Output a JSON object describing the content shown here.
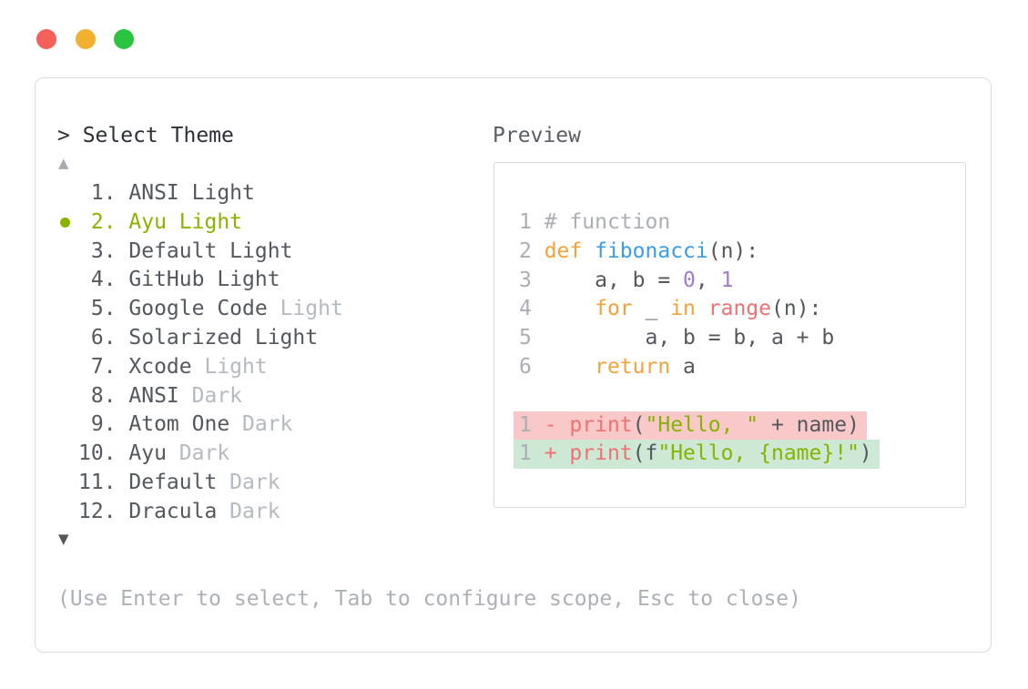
{
  "colors": {
    "accent_selected_green": "#8ab300",
    "traffic_red": "#f4605a",
    "traffic_yellow": "#f1b02e",
    "traffic_green": "#2bc440",
    "diff_removed_bg": "#f8c9c8",
    "diff_added_bg": "#cde9d5",
    "syntax": {
      "keyword": "#f5a23c",
      "function_name": "#399ee6",
      "builtin_call": "#f07171",
      "number": "#a37acc",
      "string": "#86b300",
      "comment": "#abafb5",
      "plain": "#54585e"
    }
  },
  "header": {
    "prompt": "> Select Theme",
    "preview_label": "Preview"
  },
  "theme_list": {
    "scroll_up_indicator": "▲",
    "scroll_down_indicator": "▼",
    "selected_number": 2,
    "items": [
      {
        "number": 1,
        "name": "ANSI",
        "variant": "Light",
        "selected": false,
        "variant_dim": false
      },
      {
        "number": 2,
        "name": "Ayu",
        "variant": "Light",
        "selected": true,
        "variant_dim": false
      },
      {
        "number": 3,
        "name": "Default",
        "variant": "Light",
        "selected": false,
        "variant_dim": false
      },
      {
        "number": 4,
        "name": "GitHub",
        "variant": "Light",
        "selected": false,
        "variant_dim": false
      },
      {
        "number": 5,
        "name": "Google Code",
        "variant": "Light",
        "selected": false,
        "variant_dim": true
      },
      {
        "number": 6,
        "name": "Solarized",
        "variant": "Light",
        "selected": false,
        "variant_dim": false
      },
      {
        "number": 7,
        "name": "Xcode",
        "variant": "Light",
        "selected": false,
        "variant_dim": true
      },
      {
        "number": 8,
        "name": "ANSI",
        "variant": "Dark",
        "selected": false,
        "variant_dim": true
      },
      {
        "number": 9,
        "name": "Atom One",
        "variant": "Dark",
        "selected": false,
        "variant_dim": true
      },
      {
        "number": 10,
        "name": "Ayu",
        "variant": "Dark",
        "selected": false,
        "variant_dim": true
      },
      {
        "number": 11,
        "name": "Default",
        "variant": "Dark",
        "selected": false,
        "variant_dim": true
      },
      {
        "number": 12,
        "name": "Dracula",
        "variant": "Dark",
        "selected": false,
        "variant_dim": true
      }
    ]
  },
  "preview": {
    "code_lines": [
      {
        "num": "1",
        "tokens": [
          {
            "t": "# function",
            "c": "comment"
          }
        ]
      },
      {
        "num": "2",
        "tokens": [
          {
            "t": "def",
            "c": "kw"
          },
          {
            "t": " ",
            "c": "plain"
          },
          {
            "t": "fibonacci",
            "c": "fn"
          },
          {
            "t": "(n):",
            "c": "plain"
          }
        ]
      },
      {
        "num": "3",
        "tokens": [
          {
            "t": "    a, b = ",
            "c": "plain"
          },
          {
            "t": "0",
            "c": "num"
          },
          {
            "t": ", ",
            "c": "plain"
          },
          {
            "t": "1",
            "c": "num"
          }
        ]
      },
      {
        "num": "4",
        "tokens": [
          {
            "t": "    ",
            "c": "plain"
          },
          {
            "t": "for",
            "c": "kw"
          },
          {
            "t": " _ ",
            "c": "plain"
          },
          {
            "t": "in",
            "c": "kw"
          },
          {
            "t": " ",
            "c": "plain"
          },
          {
            "t": "range",
            "c": "call"
          },
          {
            "t": "(n):",
            "c": "plain"
          }
        ]
      },
      {
        "num": "5",
        "tokens": [
          {
            "t": "        a, b = b, a + b",
            "c": "plain"
          }
        ]
      },
      {
        "num": "6",
        "tokens": [
          {
            "t": "    ",
            "c": "plain"
          },
          {
            "t": "return",
            "c": "kw"
          },
          {
            "t": " a",
            "c": "plain"
          }
        ]
      }
    ],
    "diff_lines": [
      {
        "num": "1",
        "sign": "-",
        "type": "removed",
        "tokens": [
          {
            "t": "print",
            "c": "call"
          },
          {
            "t": "(",
            "c": "plain"
          },
          {
            "t": "\"Hello, \"",
            "c": "str"
          },
          {
            "t": " + name)",
            "c": "plain"
          }
        ]
      },
      {
        "num": "1",
        "sign": "+",
        "type": "added",
        "tokens": [
          {
            "t": "print",
            "c": "call"
          },
          {
            "t": "(f",
            "c": "plain"
          },
          {
            "t": "\"Hello, {name}!\"",
            "c": "str"
          },
          {
            "t": ")",
            "c": "plain"
          }
        ]
      }
    ]
  },
  "footer": {
    "hint": "(Use Enter to select, Tab to configure scope, Esc to close)"
  }
}
